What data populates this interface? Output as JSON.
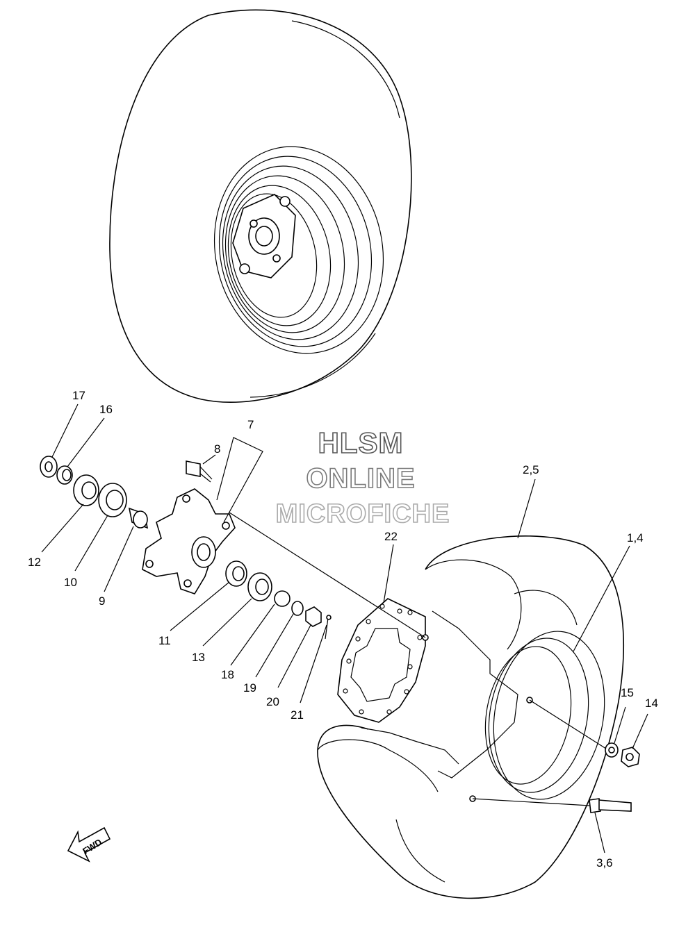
{
  "watermark": {
    "line1": "HLSM",
    "line2": "ONLINE",
    "line3": "MICROFICHE"
  },
  "fwd_label": "FWD",
  "callouts": {
    "c17": "17",
    "c16": "16",
    "c7": "7",
    "c8": "8",
    "c12": "12",
    "c10": "10",
    "c9": "9",
    "c11": "11",
    "c13": "13",
    "c18": "18",
    "c19": "19",
    "c20": "20",
    "c21": "21",
    "c22": "22",
    "c2_5": "2,5",
    "c1_4": "1,4",
    "c15": "15",
    "c14": "14",
    "c3_6": "3,6"
  }
}
